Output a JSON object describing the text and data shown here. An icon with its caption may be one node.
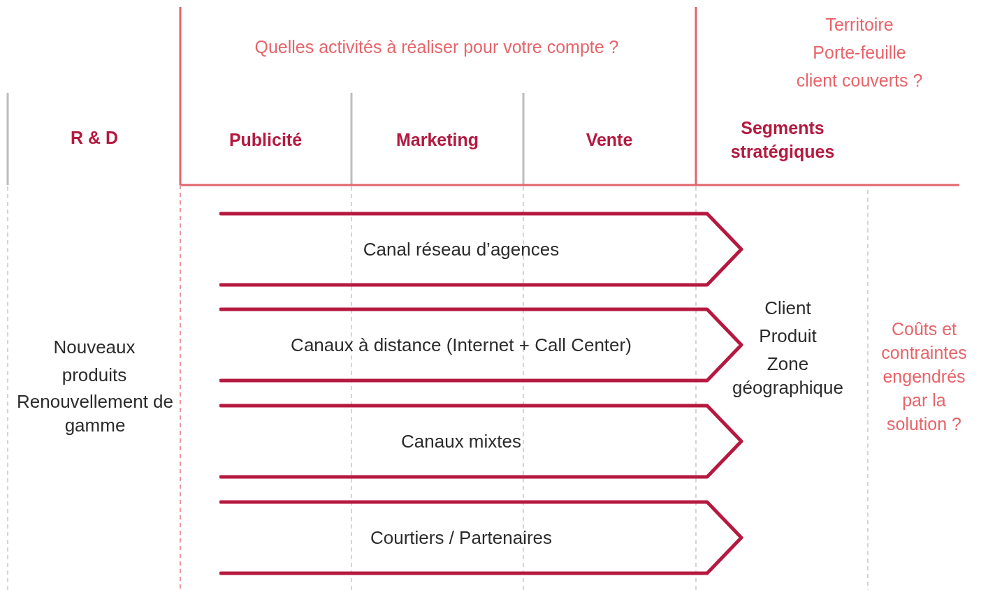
{
  "diagram": {
    "nodes": [
      {
        "text": [
          "Canal réseau d’agences"
        ]
      },
      {
        "text": [
          "Canaux à distance (Internet + Call Center)"
        ]
      },
      {
        "text": [
          "Canaux mixtes"
        ]
      },
      {
        "text": [
          "Courtiers / Partenaires"
        ]
      }
    ],
    "labels": [
      "Quelles activités à réaliser pour votre compte ?",
      "Territoire",
      "Porte-feuille",
      "client couverts ?",
      "R & D",
      "Publicité",
      "Marketing",
      "Vente",
      "Segments stratégiques",
      "Nouveaux produits",
      "Renouvellement de gamme",
      "Client",
      "Produit",
      "Zone géographique",
      "Coûts et contraintes engendrés par la solution ?"
    ]
  }
}
